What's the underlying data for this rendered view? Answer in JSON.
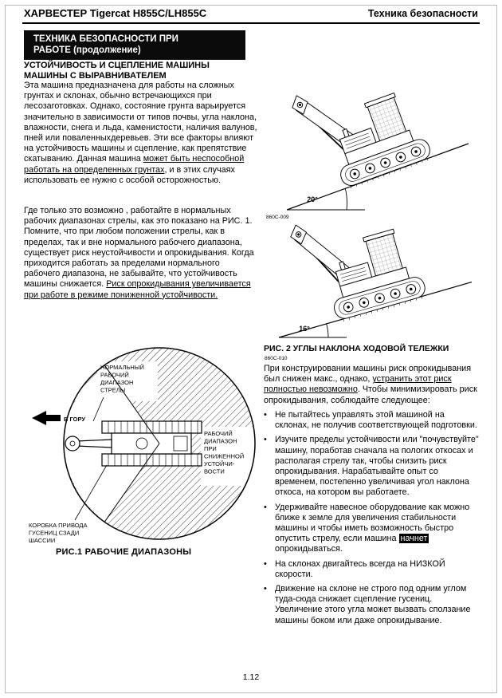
{
  "header": {
    "left": "ХАРВЕСТЕР Tigercat H855C/LH855C",
    "right": "Техника безопасности"
  },
  "banner": {
    "line1": "ТЕХНИКА БЕЗОПАСНОСТИ ПРИ",
    "line2": "РАБОТЕ (продолжение)"
  },
  "left_column": {
    "heading_line1": "УСТОЙЧИВОСТЬ И СЦЕПЛЕНИЕ МАШИНЫ",
    "heading_line2": "МАШИНЫ С ВЫРАВНИВАТЕЛЕМ",
    "p1": {
      "a": "Эта машина предназначена для работы на сложных грунтах и склонах, обычно встречающихся при лесозаготовках. Однако,  состояние грунта варьируется значительно в зависимости от типов почвы, угла наклона, влажности, снега и льда, каменистости, наличия валунов, пней или поваленныхдеревьев. Эти все факторы влияют на устойчивость машины и сцепление, как препятствие скатыванию.  Данная машина ",
      "underline": "может быть неспособной работать на определенных грунтах",
      "b": ", и в этих случаях использовать ее нужно с особой осторожностью."
    },
    "p2": {
      "a": "Где только это возможно , работайте в нормальных рабочих диапазонах стрелы, как это показано на РИС. 1.   Помните, что при любом положении стрелы, как в пределах, так и вне нормального рабочего диапазона, существует риск неустойчивости и опрокидывания. Когда приходится работать за пределами нормального  рабочего диапазона, не забывайте, что устойчивость машины снижается.  ",
      "underline": "Риск опрокидывания увеличивается при работе в режиме пониженной устойчивости."
    }
  },
  "fig1": {
    "caption": "РИС.1 РАБОЧИЕ ДИАПАЗОНЫ",
    "uphill_label": "В ГОРУ",
    "normal_lines": [
      "НОРМАЛЬНЫЙ",
      "РАБОЧИЙ",
      "ДИАПАЗОН",
      "СТРЕЛЫ"
    ],
    "reduced_lines": [
      "РАБОЧИЙ",
      "ДИАПАЗОН",
      "ПРИ",
      "СНИЖЕННОЙ",
      "УСТОЙЧИ-",
      "ВОСТИ"
    ],
    "gearbox_lines": [
      "КОРОБКА ПРИВОДА",
      "ГУСЕНИЦ СЗАДИ",
      "ШАССИИ"
    ]
  },
  "fig2": {
    "caption": "РИС. 2 УГЛЫ НАКЛОНА ХОДОВОЙ ТЕЛЕЖКИ",
    "angle_top": "20°",
    "angle_bottom": "16°",
    "code_top": "860C-009",
    "code_bottom": "860C-010"
  },
  "right_column": {
    "intro": {
      "a": "При конструировании машины риск опрокидывания был снижен макс., однако, ",
      "underline": "устранить этот  риск полностью невозможно",
      "b": ". Чтобы минимизировать риск опрокидывания, соблюдайте следующее:"
    },
    "bullets": [
      {
        "text": "Не пытайтесь управлять этой машиной на склонах, не получив соответствующей подготовки."
      },
      {
        "text": "Изучите пределы устойчивости или \"почувствуйте\" машину, поработав сначала на пологих откосах и  располагая стрелу так, чтобы снизить риск опрокидывания. Нарабатывайте опыт со временем, постепенно увеличивая угол наклона откоса, на котором вы работаете."
      },
      {
        "pre": "Удерживайте навесное оборудование как можно ближе к земле для увеличения стабильности машины и чтобы иметь возможность  быстро опустить стрелу, если машина ",
        "inverted": "начнет",
        "post": " опрокидываться."
      },
      {
        "text": "На склонах двигайтесь всегда на НИЗКОЙ скорости."
      },
      {
        "text": "Движение на склоне не строго под одним углом туда-сюда снижает сцепление гусениц. Увеличение этого угла  может вызвать сползание машины боком или даже опрокидывание."
      }
    ]
  },
  "footer": {
    "page_number": "1.12"
  }
}
